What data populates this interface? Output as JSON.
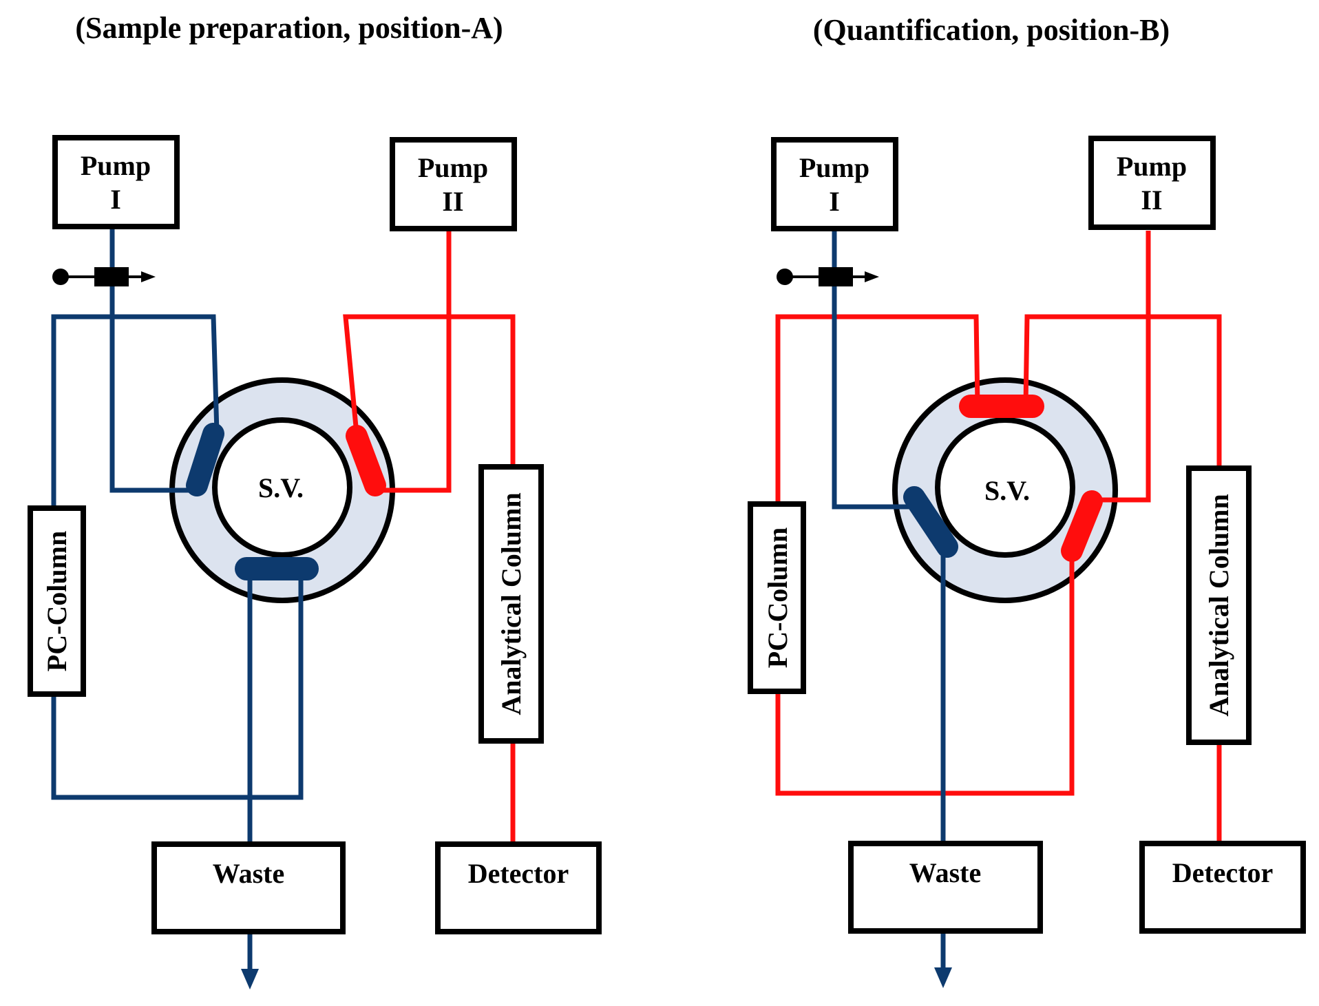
{
  "colors": {
    "blue_line": "#0d3a6e",
    "red_line": "#ff0d0d",
    "valve_ring": "#dce3ef"
  },
  "panel_a": {
    "title": "(Sample preparation, position-A)",
    "pump1": [
      "Pump",
      "I"
    ],
    "pump2": [
      "Pump",
      "II"
    ],
    "valve": "S.V.",
    "pc_column": "PC-Column",
    "analytical_column": "Analytical Column",
    "waste": "Waste",
    "detector": "Detector"
  },
  "panel_b": {
    "title": "(Quantification, position-B)",
    "pump1": [
      "Pump",
      "I"
    ],
    "pump2": [
      "Pump",
      "II"
    ],
    "valve": "S.V.",
    "pc_column": "PC-Column",
    "analytical_column": "Analytical Column",
    "waste": "Waste",
    "detector": "Detector"
  }
}
